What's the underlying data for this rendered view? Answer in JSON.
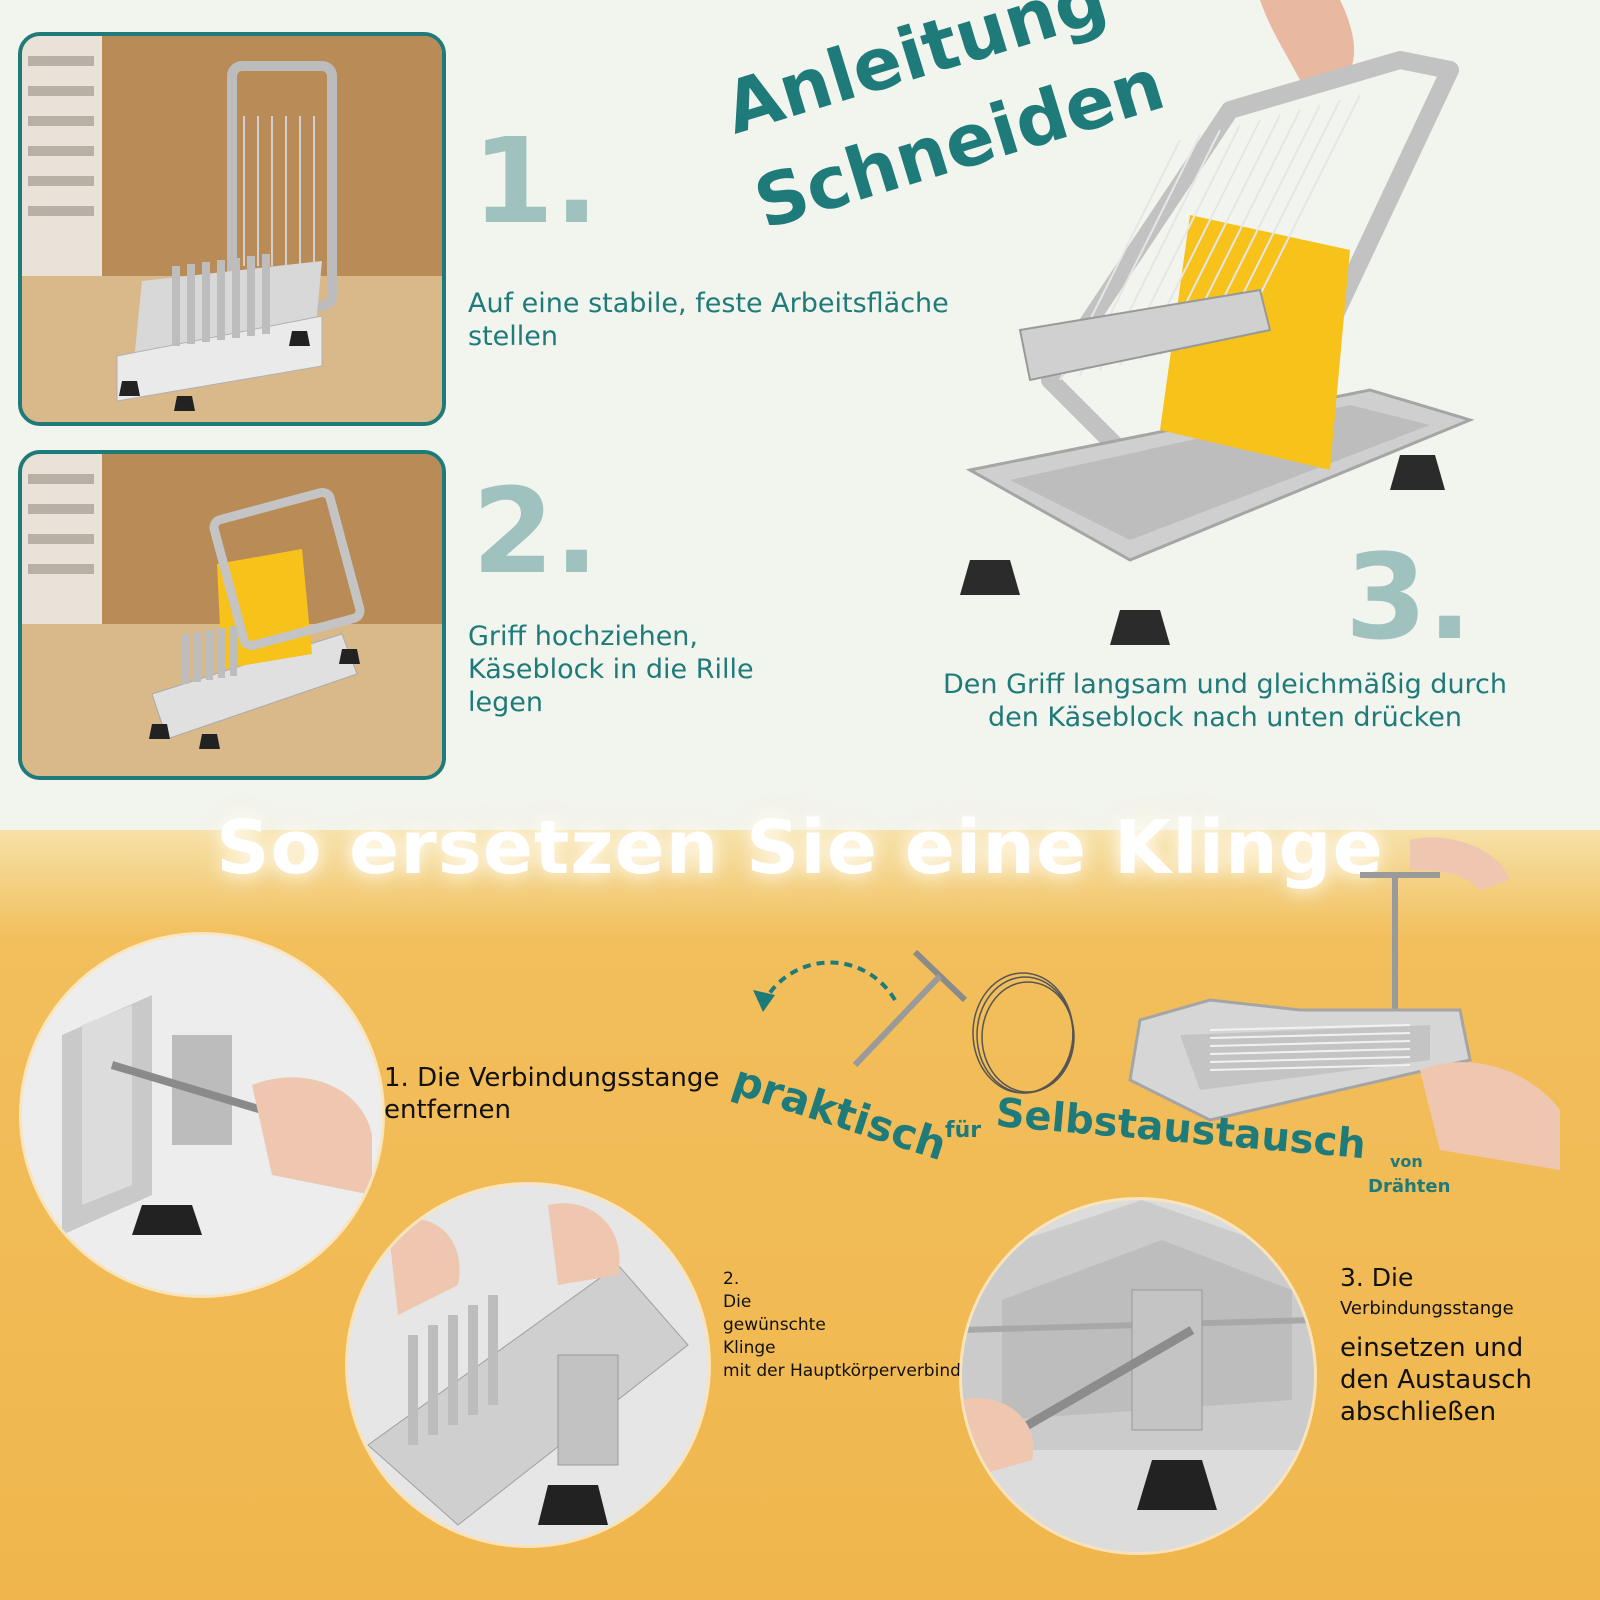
{
  "title": {
    "line1": "Anleitung",
    "line2": "Schneiden"
  },
  "steps": [
    {
      "number": "1.",
      "text_line1": "Auf eine stabile, feste Arbeitsfläche",
      "text_line2": "stellen"
    },
    {
      "number": "2.",
      "text_line1": "Griff hochziehen,",
      "text_line2": "Käseblock in die Rille",
      "text_line3": "legen"
    },
    {
      "number": "3.",
      "text_line1": "Den Griff langsam und gleichmäßig durch",
      "text_line2": "den Käseblock nach unten drücken"
    }
  ],
  "replace": {
    "headline": "So ersetzen Sie eine Klinge",
    "slogan": {
      "word1": "praktisch",
      "word2": "für",
      "word3": "Selbstaustausch",
      "word4": "von",
      "word5": "Drähten"
    },
    "steps": [
      {
        "line1": "1. Die Verbindungsstange",
        "line2": "entfernen"
      },
      {
        "line1": "2.",
        "line2": "Die",
        "line3": "gewünschte",
        "line4": "Klinge",
        "line5": "mit der Hauptkörperverbindung ausrichten"
      },
      {
        "line1": "3. Die",
        "line2": "Verbindungsstange",
        "line3": "einsetzen und",
        "line4": "den Austausch",
        "line5": "abschließen"
      }
    ]
  },
  "colors": {
    "teal": "#1f7a7a",
    "step_number": "#9fc2bf",
    "cheese": "#f7c21a",
    "orange_bg": "#f0b64d",
    "top_bg": "#f2f4ee"
  },
  "icons": [
    "slicer-photo",
    "cheese-block",
    "curved-arrow-icon",
    "t-wrench-icon",
    "wire-coil-icon",
    "hand-icon"
  ]
}
